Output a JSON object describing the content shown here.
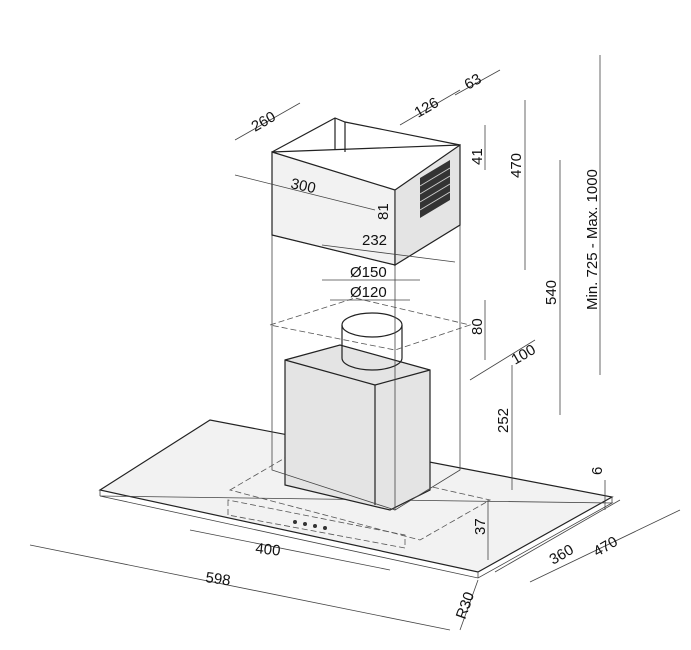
{
  "drawing": {
    "dimensions": {
      "chimney_depth": "260",
      "chimney_width": "300",
      "vent_width": "126",
      "vent_offset": "63",
      "vent_top": "41",
      "vent_height": "81",
      "upper_chimney_height": "470",
      "outlet_offset": "232",
      "outlet_diameter_large": "Ø150",
      "outlet_diameter_small": "Ø120",
      "lower_height": "540",
      "total_height": "Min. 725 - Max. 1000",
      "outlet_height": "80",
      "outlet_depth": "100",
      "body_height": "252",
      "glass_thickness": "6",
      "front_offset": "37",
      "body_width": "400",
      "body_depth": "360",
      "glass_depth": "470",
      "glass_width": "598",
      "corner_radius": "R30"
    }
  }
}
